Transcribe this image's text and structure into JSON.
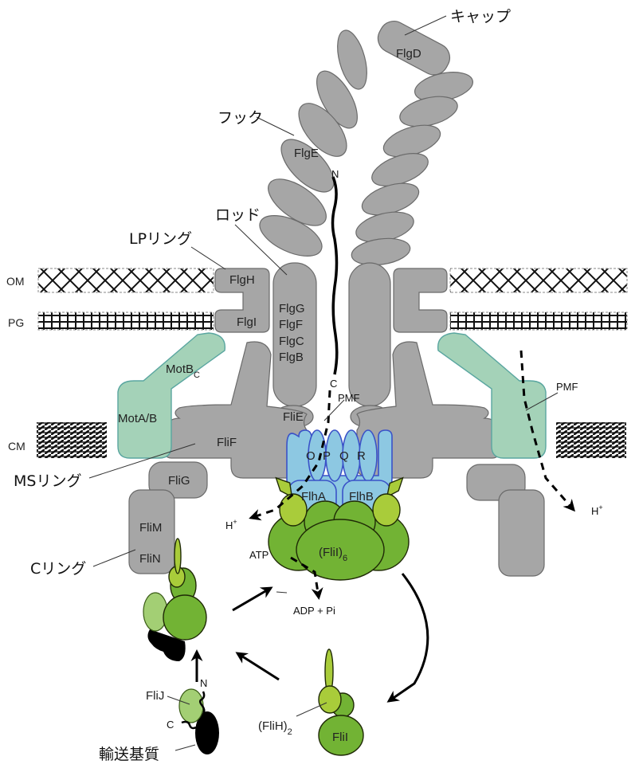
{
  "figure": {
    "title": "Bacterial flagellar motor and type III export apparatus",
    "structure_labels": {
      "cap": "キャップ",
      "hook": "フック",
      "rod": "ロッド",
      "lp_ring": "LPリング",
      "ms_ring": "MSリング",
      "c_ring": "Cリング",
      "substrate": "輸送基質"
    },
    "membranes": {
      "om": "OM",
      "pg": "PG",
      "cm": "CM"
    },
    "proteins": {
      "flgd": "FlgD",
      "flge": "FlgE",
      "flgh": "FlgH",
      "flgi": "FlgI",
      "rod_stack": [
        "FlgG",
        "FlgF",
        "FlgC",
        "FlgB"
      ],
      "flie": "FliE",
      "flif": "FliF",
      "flig": "FliG",
      "flim": "FliM",
      "flin": "FliN",
      "motb": "MotB",
      "motb_sub": "C",
      "mota_b": "MotA/B",
      "export_gate": [
        "O",
        "P",
        "Q",
        "R"
      ],
      "flha": "FlhA",
      "flhb": "FlhB",
      "flii6": "(FliI)",
      "flii6_sub": "6",
      "flii": "FliI",
      "flih2": "(FliH)",
      "flih2_sub": "2",
      "flij": "FliJ"
    },
    "annotations": {
      "n_term_top": "N",
      "c_term_top": "C",
      "pmf_center": "PMF",
      "pmf_right": "PMF",
      "h_plus_center": "H",
      "h_plus_right": "H",
      "plus_sup": "+",
      "atp": "ATP",
      "adp_pi": "ADP + Pi",
      "n_term_sub": "N",
      "c_term_sub": "C"
    },
    "colors": {
      "structural_gray": "#a6a6a6",
      "stator_green": "#a4d2b8",
      "export_gate_blue": "#8dc8e2",
      "atpase_green": "#72b334",
      "flih_lime": "#a9cc3a",
      "flij_pale": "#a3cf74"
    }
  }
}
